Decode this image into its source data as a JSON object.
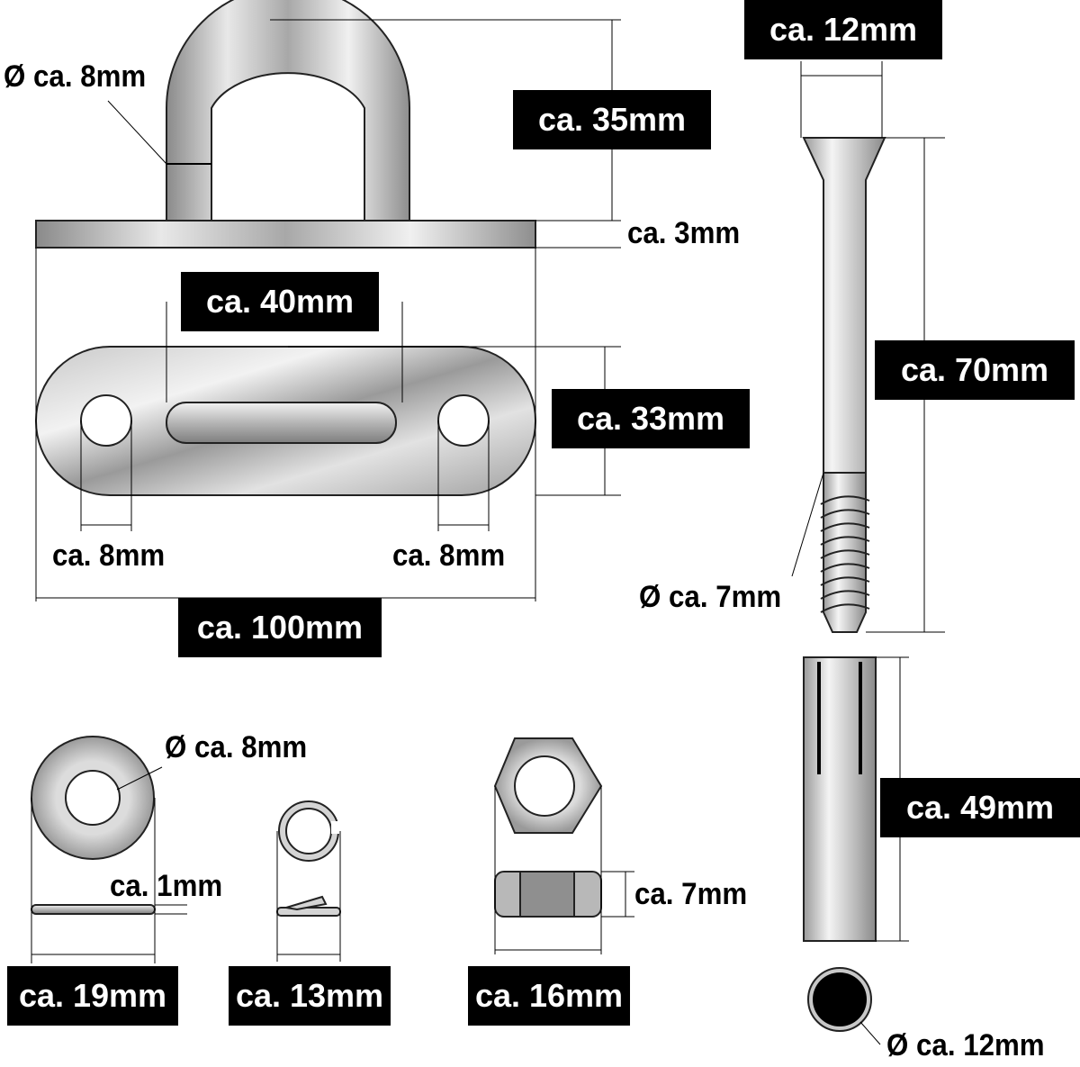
{
  "labels": {
    "ring_diameter": "Ø ca. 8mm",
    "eye_height": "ca.  35mm",
    "plate_thickness": "ca. 3mm",
    "eye_width": "ca.  40mm",
    "plate_width": "ca.  33mm",
    "hole_left": "ca. 8mm",
    "hole_right": "ca. 8mm",
    "plate_length": "ca.  100mm",
    "screw_head": "ca.  12mm",
    "screw_length": "ca.  70mm",
    "screw_diameter": "Ø ca. 7mm",
    "anchor_length": "ca.  49mm",
    "anchor_diameter": "Ø ca. 12mm",
    "washer_hole": "Ø ca. 8mm",
    "washer_thickness": "ca. 1mm",
    "washer_diameter": "ca.  19mm",
    "spring_washer": "ca. 13mm",
    "nut_height": "ca. 7mm",
    "nut_width": "ca. 16mm"
  }
}
